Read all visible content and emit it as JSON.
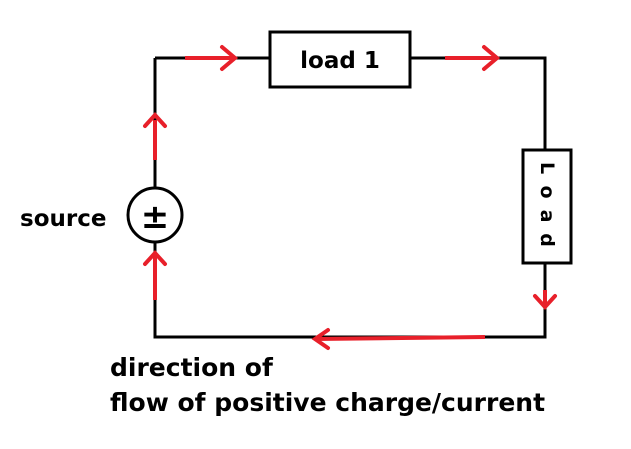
{
  "source": {
    "label": "source",
    "symbol": "±"
  },
  "load1": {
    "label": "load 1"
  },
  "load2": {
    "letters": [
      "L",
      "o",
      "a",
      "d"
    ]
  },
  "caption": {
    "line1": "direction of",
    "line2": "flow of positive charge/current"
  },
  "colors": {
    "wire": "#000000",
    "current": "#e8202a"
  }
}
